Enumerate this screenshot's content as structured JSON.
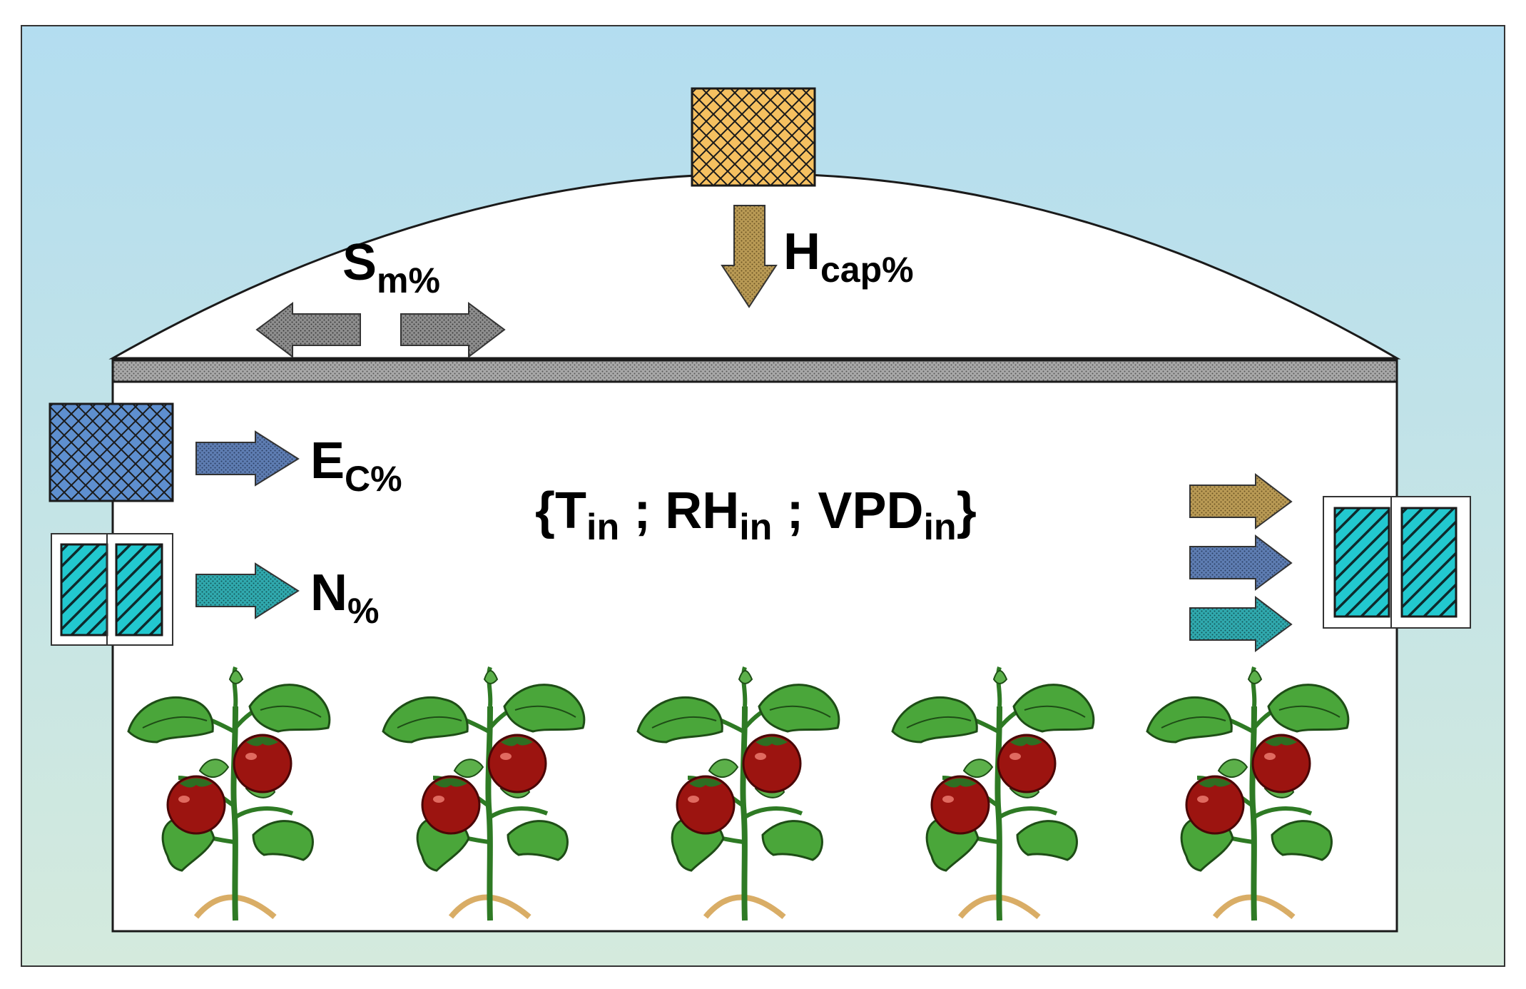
{
  "labels": {
    "shading": {
      "base": "S",
      "sub": "m%"
    },
    "heating": {
      "base": "H",
      "sub": "cap%"
    },
    "evaporative_cooling": {
      "base": "E",
      "sub": "C%"
    },
    "natural_ventilation": {
      "base": "N",
      "sub": "%"
    },
    "state_variables": {
      "open": "{",
      "t": "T",
      "t_sub": "in",
      "sep1": " ; ",
      "rh": "RH",
      "rh_sub": "in",
      "sep2": " ; ",
      "vpd": "VPD",
      "vpd_sub": "in",
      "close": "}"
    }
  },
  "colors": {
    "sky_top": "#b5dff0",
    "sky_bottom": "#d2e9df",
    "heater": "#f5c060",
    "heat_arrow": "#b89a58",
    "shade_arrow": "#8c8c8c",
    "cooling": "#5e8fcf",
    "cooling_arrow": "#5f7db0",
    "vent_glass": "#20c6cc",
    "vent_arrow": "#2fa7ad",
    "leaf": "#4aa23a",
    "leaf_dark": "#2e6e22",
    "tomato": "#9c1410",
    "soil": "#d9ad66"
  },
  "icons": [
    "heater-icon",
    "cooling-pad-icon",
    "vent-window-icon",
    "tomato-plant-icon"
  ]
}
